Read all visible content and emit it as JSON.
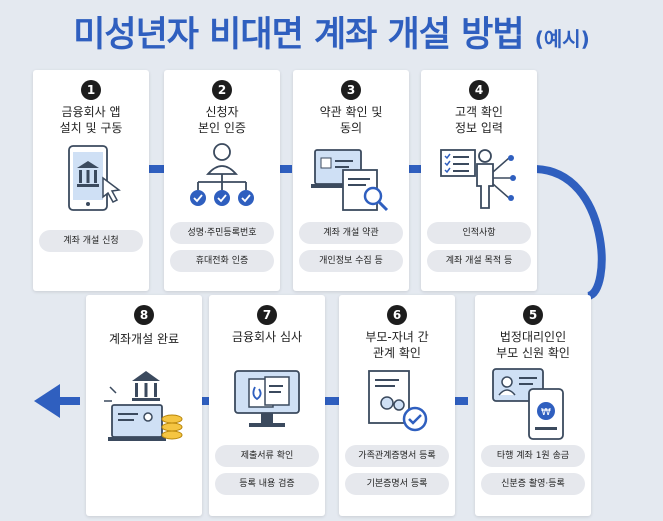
{
  "title": {
    "main": "미성년자 비대면 계좌 개설 방법",
    "sub": "(예시)"
  },
  "steps": [
    {
      "num": "1",
      "title": "금융회사 앱\n설치 및 구동",
      "items": [
        "계좌 개설 신청"
      ],
      "icon": "bank-app-phone-icon"
    },
    {
      "num": "2",
      "title": "신청자\n본인 인증",
      "items": [
        "성명·주민등록번호",
        "휴대전화 인증"
      ],
      "icon": "identity-verification-icon"
    },
    {
      "num": "3",
      "title": "약관 확인 및\n동의",
      "items": [
        "계좌 개설 약관",
        "개인정보 수집 등"
      ],
      "icon": "terms-document-icon"
    },
    {
      "num": "4",
      "title": "고객 확인\n정보 입력",
      "items": [
        "인적사항",
        "계좌 개설 목적 등"
      ],
      "icon": "customer-info-icon"
    },
    {
      "num": "5",
      "title": "법정대리인인\n부모 신원 확인",
      "items": [
        "타행 계좌 1원 송금",
        "신분증 촬영·등록"
      ],
      "icon": "id-card-icon"
    },
    {
      "num": "6",
      "title": "부모-자녀 간\n관계 확인",
      "items": [
        "가족관계증명서 등록",
        "기본증명서 등록"
      ],
      "icon": "family-certificate-icon"
    },
    {
      "num": "7",
      "title": "금융회사 심사",
      "items": [
        "제출서류 확인",
        "등록 내용 검증"
      ],
      "icon": "document-review-icon"
    },
    {
      "num": "8",
      "title": "계좌개설 완료",
      "items": [],
      "icon": "account-complete-icon"
    }
  ],
  "colors": {
    "accent": "#2f5fbf",
    "background": "#e4e9f0",
    "pill": "#e6e8ed"
  }
}
